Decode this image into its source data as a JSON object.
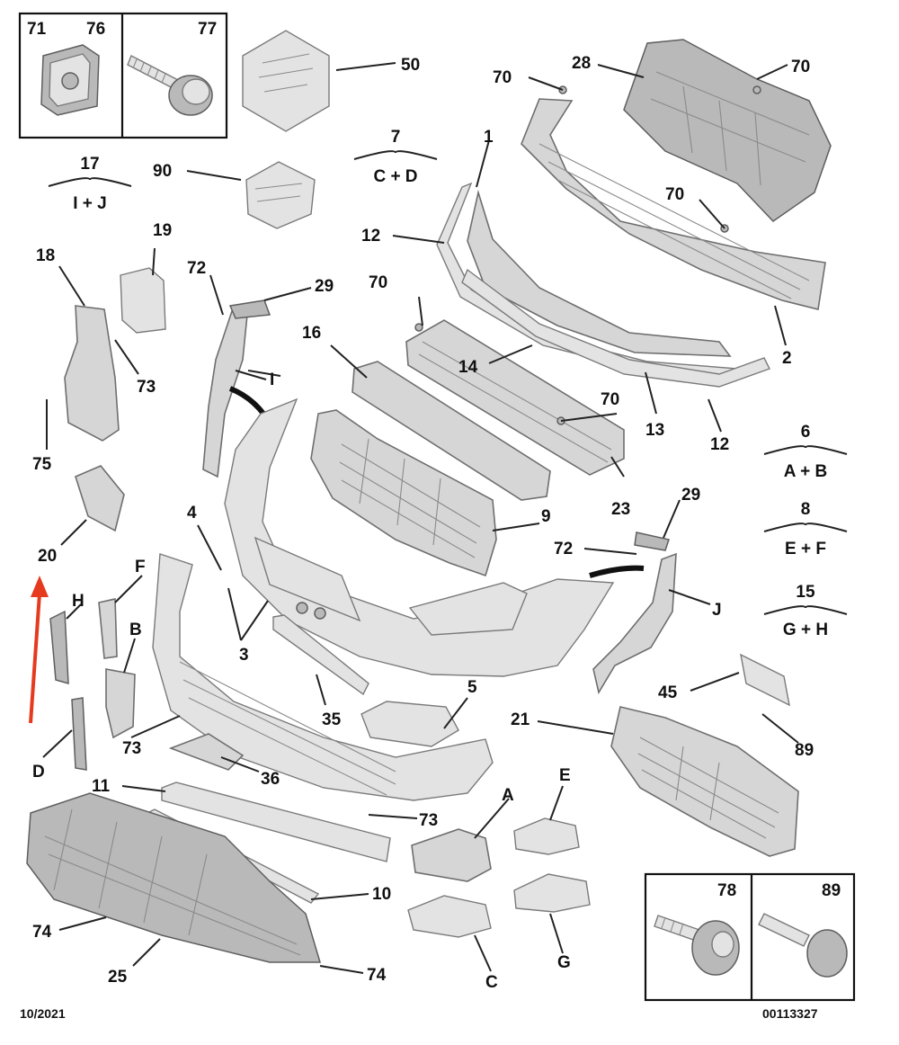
{
  "labels": {
    "p1": "1",
    "p2": "2",
    "p3": "3",
    "p4": "4",
    "p5": "5",
    "p9": "9",
    "p10": "10",
    "p11": "11",
    "p12a": "12",
    "p12b": "12",
    "p13": "13",
    "p14": "14",
    "p16": "16",
    "p18": "18",
    "p19": "19",
    "p20": "20",
    "p21": "21",
    "p23": "23",
    "p25": "25",
    "p28": "28",
    "p29a": "29",
    "p29b": "29",
    "p35": "35",
    "p36": "36",
    "p45": "45",
    "p50": "50",
    "p70a": "70",
    "p70b": "70",
    "p70c": "70",
    "p70d": "70",
    "p70e": "70",
    "p72a": "72",
    "p72b": "72",
    "p73a": "73",
    "p73b": "73",
    "p73c": "73",
    "p74a": "74",
    "p74b": "74",
    "p75": "75",
    "p89": "89",
    "p90": "90",
    "lA": "A",
    "lB": "B",
    "lC": "C",
    "lD": "D",
    "lE": "E",
    "lF": "F",
    "lG": "G",
    "lH": "H",
    "lI": "I",
    "lJ": "J"
  },
  "insets": {
    "top": {
      "left_label": "71",
      "right_label": "76",
      "bolt_label": "77"
    },
    "bottom": {
      "left_label": "78",
      "right_label": "89"
    }
  },
  "groups": [
    {
      "number": "17",
      "formula": "I + J"
    },
    {
      "number": "7",
      "formula": "C + D"
    },
    {
      "number": "6",
      "formula": "A + B"
    },
    {
      "number": "8",
      "formula": "E + F"
    },
    {
      "number": "15",
      "formula": "G + H"
    }
  ],
  "footer": {
    "date": "10/2021",
    "reference": "00113327"
  },
  "colors": {
    "part_fill": "#d6d6d6",
    "line": "#222222",
    "highlight_arrow": "#e53a1e"
  }
}
